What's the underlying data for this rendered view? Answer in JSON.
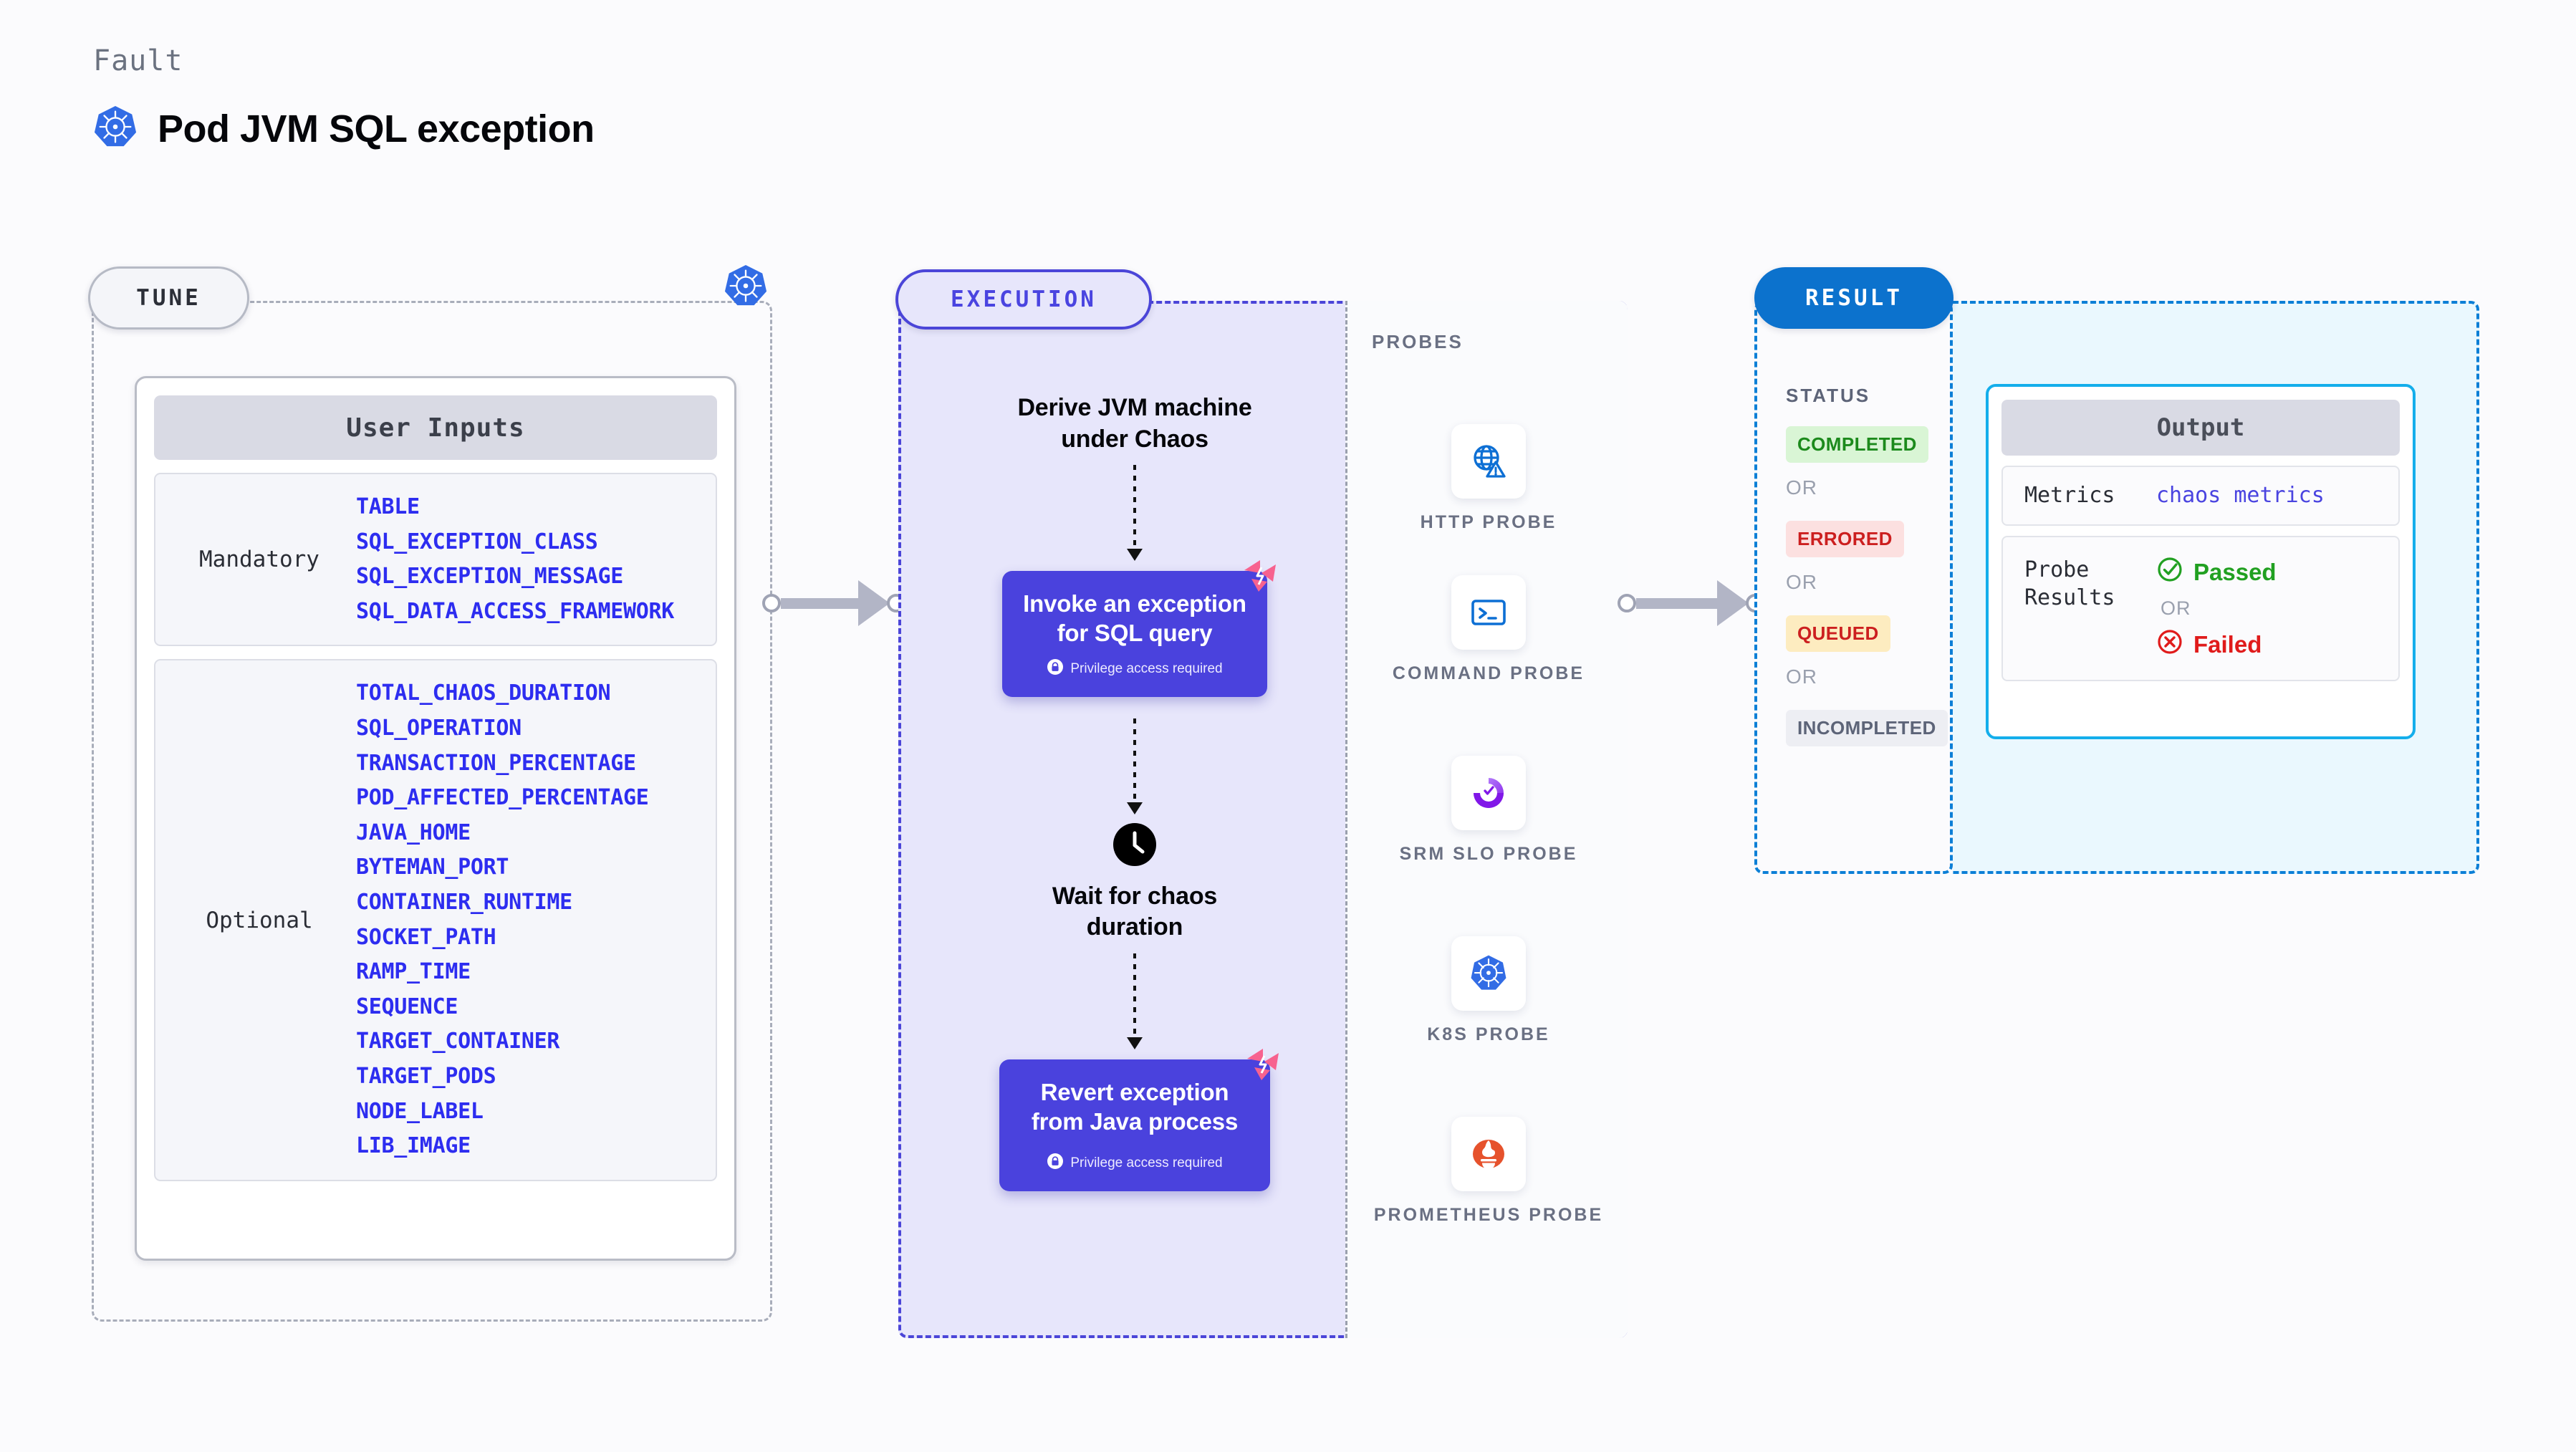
{
  "header": {
    "kicker": "Fault",
    "title": "Pod JVM SQL exception",
    "icon": "kubernetes-icon"
  },
  "tune": {
    "pill_label": "TUNE",
    "platform_icon": "kubernetes-icon",
    "card_title": "User Inputs",
    "groups": [
      {
        "label": "Mandatory",
        "params": [
          "TABLE",
          "SQL_EXCEPTION_CLASS",
          "SQL_EXCEPTION_MESSAGE",
          "SQL_DATA_ACCESS_FRAMEWORK"
        ]
      },
      {
        "label": "Optional",
        "params": [
          "TOTAL_CHAOS_DURATION",
          "SQL_OPERATION",
          "TRANSACTION_PERCENTAGE",
          "POD_AFFECTED_PERCENTAGE",
          "JAVA_HOME",
          "BYTEMAN_PORT",
          "CONTAINER_RUNTIME",
          "SOCKET_PATH",
          "RAMP_TIME",
          "SEQUENCE",
          "TARGET_CONTAINER",
          "TARGET_PODS",
          "NODE_LABEL",
          "LIB_IMAGE"
        ]
      }
    ]
  },
  "execution": {
    "pill_label": "EXECUTION",
    "step1_text": "Derive JVM machine\nunder Chaos",
    "card1": {
      "title": "Invoke an exception\nfor SQL query",
      "note": "Privilege access required",
      "note_icon": "lock-icon",
      "badge_icon": "harness-chaos-badge-icon",
      "color": "#4a42dd"
    },
    "wait_icon": "clock-icon",
    "wait_text": "Wait for chaos\nduration",
    "card2": {
      "title": "Revert exception\nfrom Java process",
      "note": "Privilege access required",
      "note_icon": "lock-icon",
      "badge_icon": "harness-chaos-badge-icon",
      "color": "#4a42dd"
    }
  },
  "probes": {
    "label": "PROBES",
    "items": [
      {
        "name": "HTTP PROBE",
        "icon": "globe-warning-icon"
      },
      {
        "name": "COMMAND PROBE",
        "icon": "terminal-icon"
      },
      {
        "name": "SRM SLO PROBE",
        "icon": "srm-slo-icon"
      },
      {
        "name": "K8S PROBE",
        "icon": "kubernetes-icon"
      },
      {
        "name": "PROMETHEUS PROBE",
        "icon": "prometheus-icon"
      }
    ]
  },
  "result": {
    "pill_label": "RESULT",
    "status_label": "STATUS",
    "or_label": "OR",
    "statuses": [
      {
        "label": "COMPLETED",
        "fg": "#1c8a1c",
        "bg": "#d9f5d5"
      },
      {
        "label": "ERRORED",
        "fg": "#cc1f1f",
        "bg": "#fce0e0"
      },
      {
        "label": "QUEUED",
        "fg": "#cc1f1f",
        "bg": "#fdecc0"
      },
      {
        "label": "INCOMPLETED",
        "fg": "#5d6478",
        "bg": "#edeef3"
      }
    ],
    "output": {
      "title": "Output",
      "metrics_label": "Metrics",
      "metrics_value": "chaos metrics",
      "probe_results_label": "Probe\nResults",
      "passed_label": "Passed",
      "passed_icon": "check-circle-icon",
      "passed_color": "#21a021",
      "or_label": "OR",
      "failed_label": "Failed",
      "failed_icon": "x-circle-icon",
      "failed_color": "#e01b1b"
    }
  }
}
